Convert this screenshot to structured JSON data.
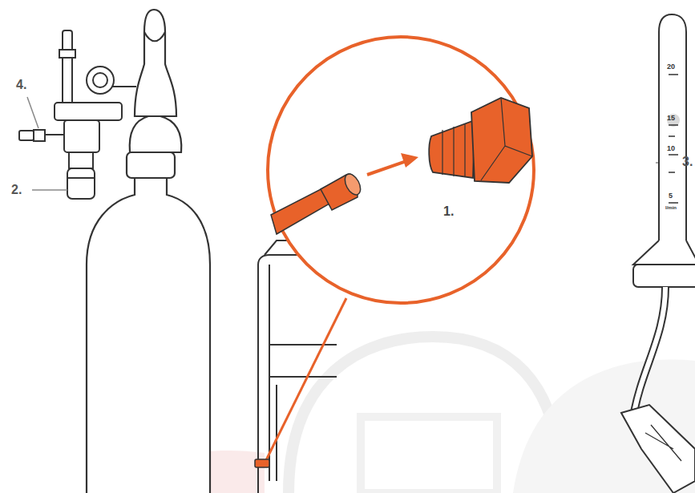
{
  "diagram": {
    "labels": [
      "4.",
      "2.",
      "1.",
      "3.",
      "20",
      "15",
      "10",
      "5",
      "l/min"
    ]
  }
}
